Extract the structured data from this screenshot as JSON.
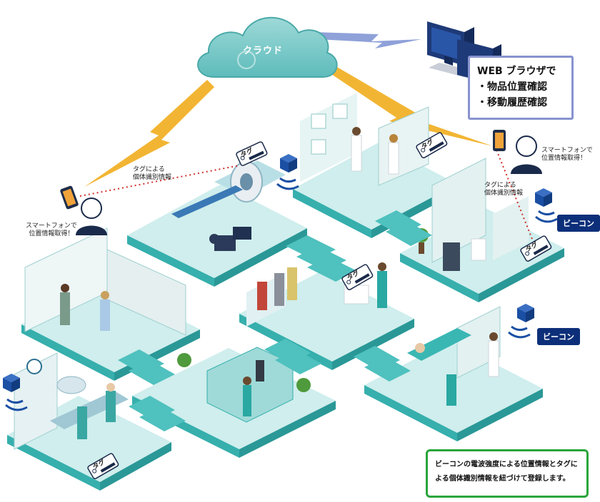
{
  "cloud": {
    "label": "クラウド"
  },
  "web_box": {
    "title": "WEB ブラウザで",
    "items": [
      "・物品位置確認",
      "・移動履歴確認"
    ]
  },
  "smartphone_left": {
    "line1": "スマートフォンで",
    "line2": "位置情報取得！"
  },
  "smartphone_right": {
    "line1": "スマートフォンで",
    "line2": "位置情報取得！"
  },
  "tag_id_left": {
    "line1": "タグによる",
    "line2": "個体識別情報"
  },
  "tag_id_right": {
    "line1": "タグによる",
    "line2": "個体識別情報"
  },
  "tag_label": "タグ",
  "beacon_label": "ビーコン",
  "note": {
    "text": "ビーコンの電波強度による位置情報とタグによる個体識別情報を紐づけて登録します。"
  },
  "colors": {
    "floor": "#bfe7e6",
    "floor_side": "#38b2b0",
    "cloud_fill": "#77c7c7",
    "signal": "#f2b533",
    "signal_blue": "#8fa1d9",
    "beacon": "#1a4fa3",
    "note_border": "#2aa53b"
  }
}
